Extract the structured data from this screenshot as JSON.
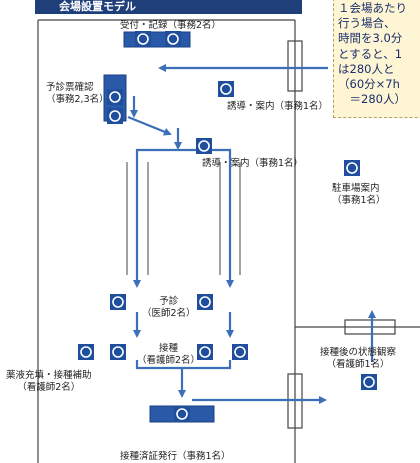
{
  "title": "会場設置モデル",
  "note_lines": [
    "１会場あたり",
    "行う場合、",
    "時間を3.0分",
    "とすると、1",
    "は280人と",
    "（60分×7h",
    "　＝280人）"
  ],
  "stations": {
    "reception": {
      "line1": "受付・記録（事務2名）"
    },
    "prescreen": {
      "line1": "予診票確認",
      "line2": "（事務2,3名）"
    },
    "guide1": {
      "line1": "誘導・案内（事務1名）"
    },
    "guide2": {
      "line1": "誘導・案内（事務1名）"
    },
    "parking": {
      "line1": "駐車場案内",
      "line2": "（事務1名）"
    },
    "consult": {
      "line1": "予診",
      "line2": "（医師2名）"
    },
    "vaccinate": {
      "line1": "接種",
      "line2": "（看護師2名）"
    },
    "assist": {
      "line1": "薬液充填・接種補助",
      "line2": "（看護師2名）"
    },
    "observe": {
      "line1": "接種後の状態観察",
      "line2": "（看護師1名）"
    },
    "certificate": {
      "line1": "接種済証発行（事務1名）"
    }
  },
  "colors": {
    "staff_fill": "#1f4f9c",
    "staff_ring": "#ffffff",
    "arrow": "#3d6fb8",
    "wall": "#444444",
    "note_bg": "#fdf5d3",
    "title_bg": "#1f3f7a"
  }
}
